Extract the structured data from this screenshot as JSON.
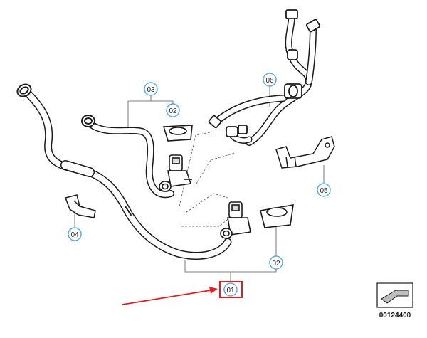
{
  "diagram": {
    "title": "Fuel line / hose assembly exploded diagram",
    "callouts": {
      "c01": "01",
      "c02a": "02",
      "c02b": "02",
      "c03": "03",
      "c04": "04",
      "c05": "05",
      "c06": "06"
    },
    "highlighted_callout": "01",
    "document_number": "00124400",
    "colors": {
      "line": "#1a1a1a",
      "callout_ring": "#5aaedc",
      "highlight": "#e02020",
      "arrow": "#e02020",
      "badge_bg": "#bdbdbd"
    }
  }
}
